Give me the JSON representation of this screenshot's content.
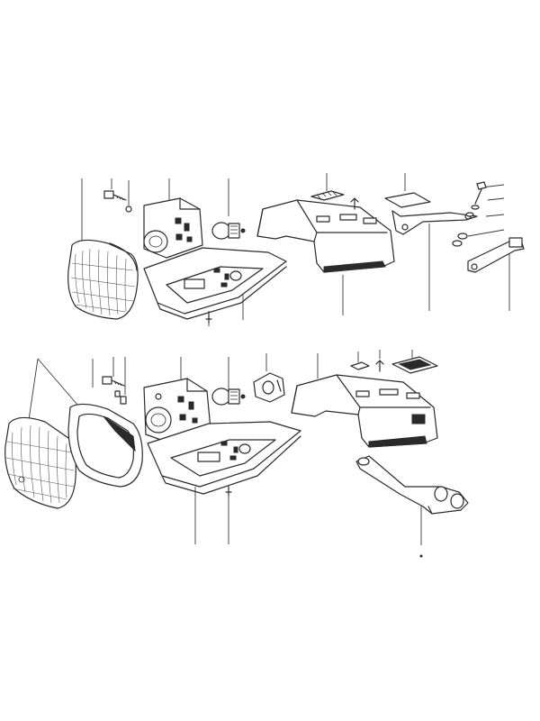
{
  "diagram": {
    "assemblies": [
      {
        "id": "upper",
        "parts": [
          "headlamp-lens",
          "mounting-screw",
          "reflector-housing",
          "bulb",
          "lamp-base-tray",
          "top-cover",
          "switch-block",
          "bracket-plate",
          "arm-bracket",
          "bolt-set",
          "stay-bar"
        ]
      },
      {
        "id": "lower",
        "parts": [
          "headlamp-lens",
          "lens-rim",
          "mounting-screw",
          "reflector-housing",
          "bulb",
          "bulb-holder",
          "lamp-base-tray",
          "top-cover",
          "switch-block",
          "bracket-plate",
          "mounting-arm"
        ]
      }
    ],
    "colors": {
      "line": "#2a2a2a",
      "background": "#ffffff"
    }
  }
}
